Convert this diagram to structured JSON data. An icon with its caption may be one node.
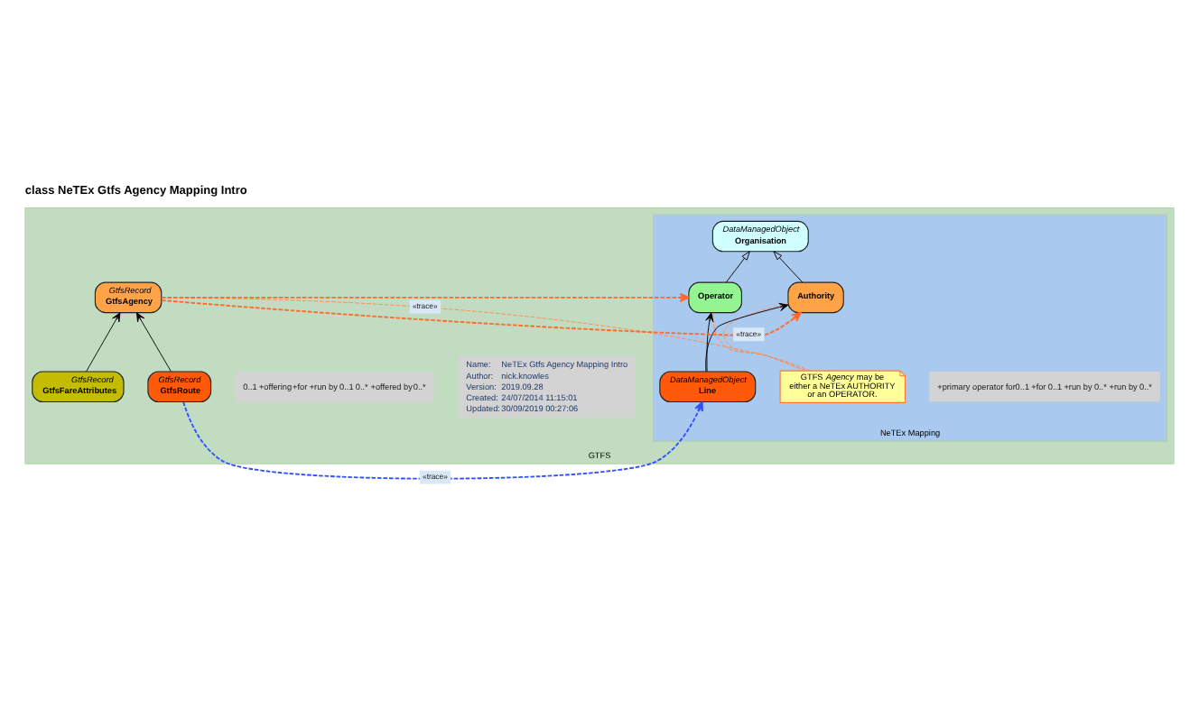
{
  "diagram": {
    "title": "class NeTEx Gtfs Agency Mapping Intro",
    "nodes": [
      {
        "text": [
          "GTFS"
        ]
      },
      {
        "text": [
          "NeTEx Mapping"
        ],
        "in": 0
      },
      {
        "text": [
          "GtfsRecord",
          "GtfsAgency"
        ],
        "in": 0
      },
      {
        "text": [
          "GtfsRecord",
          "GtfsRoute"
        ],
        "in": 0
      },
      {
        "text": [
          "GtfsRecord",
          "GtfsFareAttributes"
        ],
        "in": 0
      },
      {
        "text": [
          "GTFS *Agency* may be either a NeTEx AUTHORITY or an OPERATOR."
        ],
        "in": 1
      },
      {
        "text": [
          "DataManagedObject",
          "Organisation"
        ],
        "in": 1
      },
      {
        "text": [
          "Operator"
        ],
        "in": 1
      },
      {
        "text": [
          "Authority"
        ],
        "in": 1
      },
      {
        "text": [
          "DataManagedObject",
          "Line"
        ],
        "in": 1
      }
    ],
    "edges": [
      {
        "from": 2,
        "to": 8,
        "arrow": "to",
        "label": "«trace»",
        "style": "dashed",
        "color": "#ff6a2a"
      },
      {
        "from": 2,
        "to": 7,
        "arrow": "to",
        "label": "«trace»",
        "style": "dashed",
        "color": "#ff6a2a"
      },
      {
        "from": 3,
        "to": 9,
        "arrow": "to",
        "label": "«trace»",
        "style": "dashed",
        "color": "#3050ff"
      },
      {
        "from": 5,
        "to": 2,
        "arrow": "none",
        "style": "dashed",
        "color": "#ff8a50"
      },
      {
        "from": 5,
        "to": 7,
        "arrow": "none",
        "style": "dashed",
        "color": "#ff8a50"
      },
      {
        "from": 5,
        "to": 8,
        "arrow": "none",
        "style": "dashed",
        "color": "#ff8a50"
      },
      {
        "from": 7,
        "to": 6,
        "arrow": "to"
      },
      {
        "from": 8,
        "to": 6,
        "arrow": "to"
      },
      {
        "from": 4,
        "to": 2,
        "arrow": "to"
      },
      {
        "from": 3,
        "to": 2,
        "arrow": "to"
      },
      {
        "from": 9,
        "to": 7,
        "arrow": "to"
      },
      {
        "from": 9,
        "to": 8,
        "arrow": "to"
      }
    ],
    "labels": [
      "Name:",
      "NeTEx Gtfs Agency Mapping Intro",
      "Author:",
      "nick.knowles",
      "Version:",
      "2019.09.28",
      "Created:",
      "24/07/2014 11:15:01",
      "Updated:",
      "30/09/2019 00:27:06",
      "0..1",
      "+offering",
      "+for",
      "+run by",
      "0..1",
      "0..*",
      "+offered by",
      "0..*",
      "+primary operator for",
      "0..1",
      "+for",
      "0..1",
      "+run by",
      "0..*",
      "+run by",
      "0..*"
    ]
  }
}
